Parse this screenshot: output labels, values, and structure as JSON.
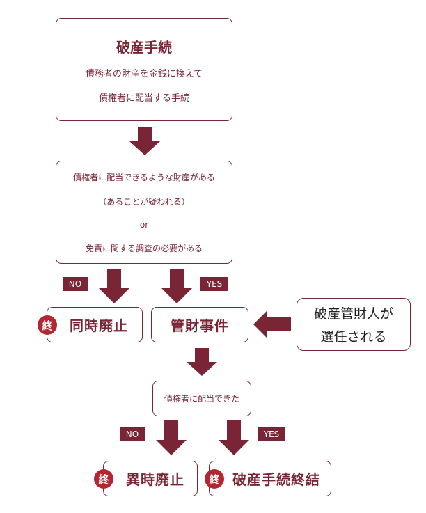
{
  "colors": {
    "accent": "#7a2535",
    "badge": "#b32632",
    "background": "#ffffff"
  },
  "top_box": {
    "title": "破産手続",
    "line1": "債務者の財産を金銭に換えて",
    "line2": "債権者に配当する手続"
  },
  "condition_box": {
    "line1": "債権者に配当できるような財産がある",
    "line2": "（あることが疑われる）",
    "line3": "or",
    "line4": "免責に関する調査の必要がある"
  },
  "branch1": {
    "no": "NO",
    "yes": "YES"
  },
  "outcome_simultaneous": {
    "badge": "終",
    "label": "同時廃止"
  },
  "outcome_kanzai": {
    "label": "管財事件"
  },
  "side_note": {
    "line1": "破産管財人が",
    "line2": "選任される"
  },
  "distribution_box": {
    "label": "債権者に配当できた"
  },
  "branch2": {
    "no": "NO",
    "yes": "YES"
  },
  "outcome_abolition": {
    "badge": "終",
    "label": "異時廃止"
  },
  "outcome_completion": {
    "badge": "終",
    "label": "破産手続終結"
  }
}
